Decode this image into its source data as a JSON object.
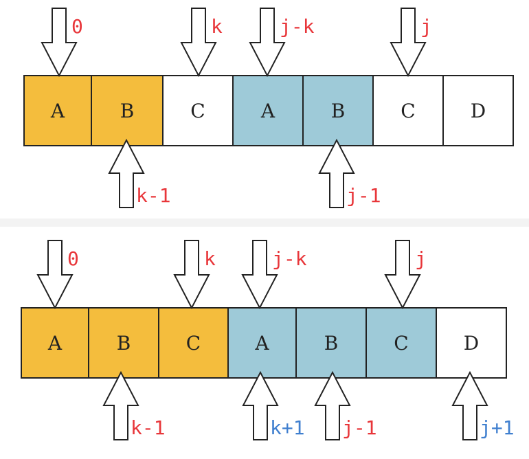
{
  "colors": {
    "prefix": "#f4bd3d",
    "suffix": "#9ecad8",
    "plain": "#ffffff",
    "border": "#222222",
    "label_red": "#e8363a",
    "label_blue": "#3f7fcf"
  },
  "diagrams": [
    {
      "cells": [
        {
          "letter": "A",
          "fill": "prefix"
        },
        {
          "letter": "B",
          "fill": "prefix"
        },
        {
          "letter": "C",
          "fill": "plain"
        },
        {
          "letter": "A",
          "fill": "suffix"
        },
        {
          "letter": "B",
          "fill": "suffix"
        },
        {
          "letter": "C",
          "fill": "plain"
        },
        {
          "letter": "D",
          "fill": "plain"
        }
      ],
      "top_pointers": [
        {
          "label": "0",
          "color": "label_red"
        },
        {
          "label": "k",
          "color": "label_red"
        },
        {
          "label": "j-k",
          "color": "label_red"
        },
        {
          "label": "j",
          "color": "label_red"
        }
      ],
      "bottom_pointers": [
        {
          "label": "k-1",
          "color": "label_red"
        },
        {
          "label": "j-1",
          "color": "label_red"
        }
      ]
    },
    {
      "cells": [
        {
          "letter": "A",
          "fill": "prefix"
        },
        {
          "letter": "B",
          "fill": "prefix"
        },
        {
          "letter": "C",
          "fill": "prefix"
        },
        {
          "letter": "A",
          "fill": "suffix"
        },
        {
          "letter": "B",
          "fill": "suffix"
        },
        {
          "letter": "C",
          "fill": "suffix"
        },
        {
          "letter": "D",
          "fill": "plain"
        }
      ],
      "top_pointers": [
        {
          "label": "0",
          "color": "label_red"
        },
        {
          "label": "k",
          "color": "label_red"
        },
        {
          "label": "j-k",
          "color": "label_red"
        },
        {
          "label": "j",
          "color": "label_red"
        }
      ],
      "bottom_pointers": [
        {
          "label": "k-1",
          "color": "label_red"
        },
        {
          "label": "k+1",
          "color": "label_blue"
        },
        {
          "label": "j-1",
          "color": "label_red"
        },
        {
          "label": "j+1",
          "color": "label_blue"
        }
      ]
    }
  ]
}
